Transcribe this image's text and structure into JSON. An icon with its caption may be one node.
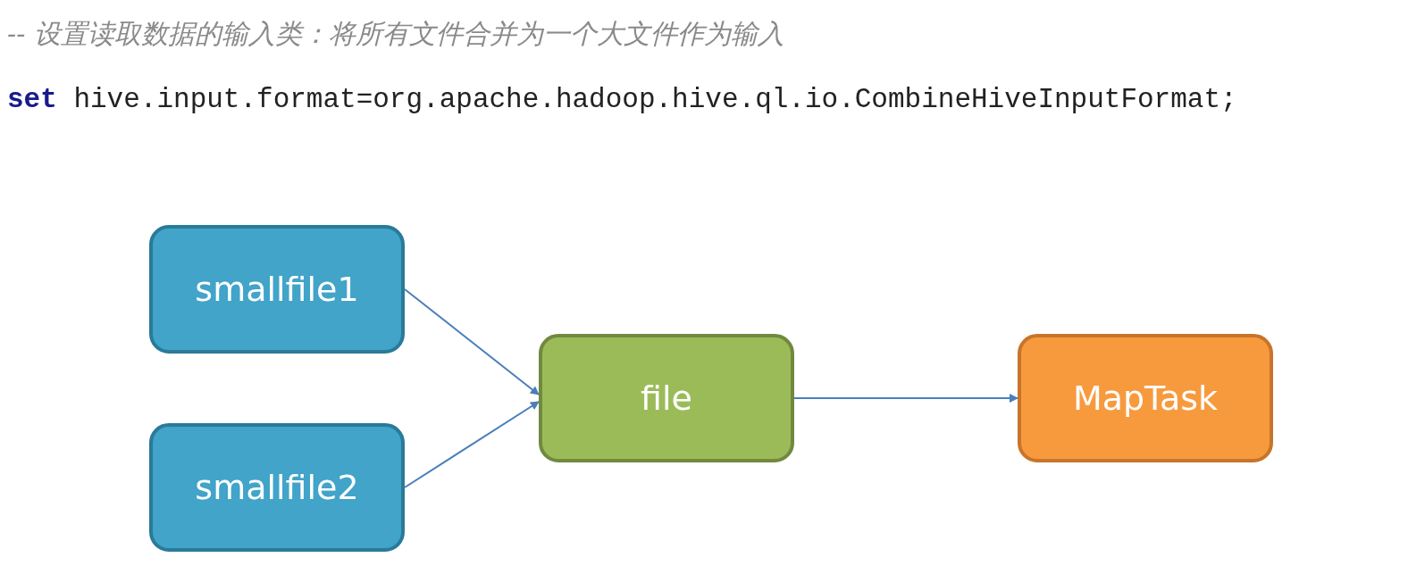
{
  "diagram": {
    "nodes": [
      {
        "text": [
          "smallfile1"
        ]
      },
      {
        "text": [
          "smallfile2"
        ]
      },
      {
        "text": [
          "file"
        ]
      },
      {
        "text": [
          "MapTask"
        ]
      }
    ],
    "edges": [
      {
        "from": 0,
        "to": 2,
        "arrow": "to"
      },
      {
        "from": 1,
        "to": 2,
        "arrow": "to"
      },
      {
        "from": 2,
        "to": 3,
        "arrow": "to"
      }
    ],
    "labels": [
      "-- 设置读取数据的输入类：将所有文件合并为一个大文件作为输入",
      "**set** hive.input.format=org.apache.hadoop.hive.ql.io.CombineHiveInputFormat;"
    ]
  }
}
